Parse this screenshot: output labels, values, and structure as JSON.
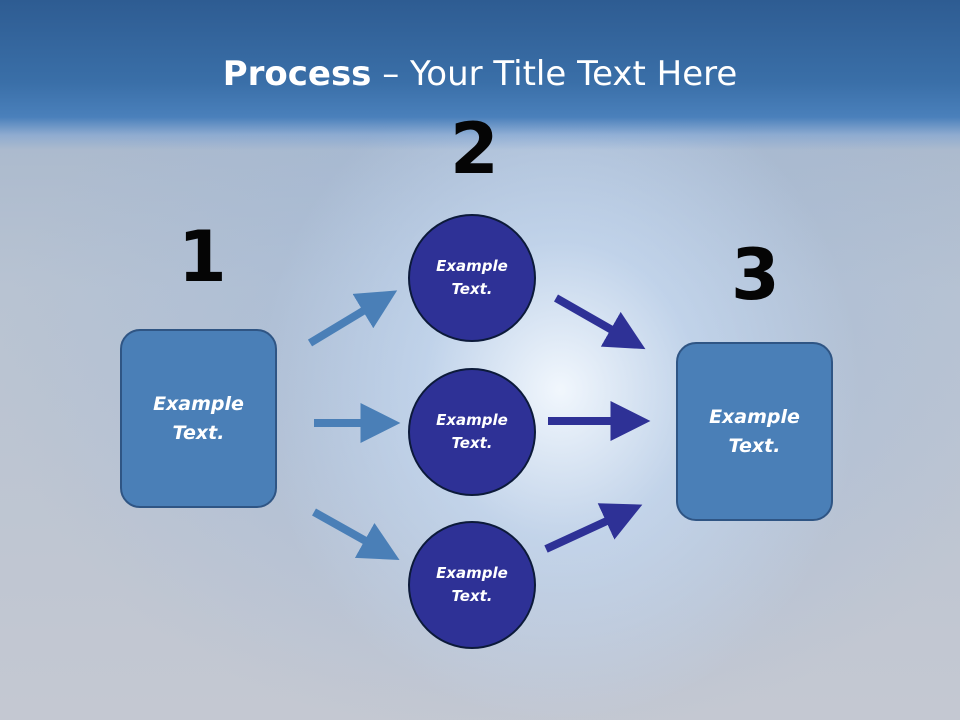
{
  "title": {
    "bold": "Process",
    "rest": " – Your Title Text Here"
  },
  "steps": [
    "1",
    "2",
    "3"
  ],
  "start_box": {
    "text": "Example\nText."
  },
  "end_box": {
    "text": "Example\nText."
  },
  "middle_circles": [
    {
      "text": "Example\nText."
    },
    {
      "text": "Example\nText."
    },
    {
      "text": "Example\nText."
    }
  ],
  "colors": {
    "header": "#3a6fa8",
    "box_fill": "#4a7fb7",
    "circle_fill": "#2e3196",
    "arrow_left": "#4a7fb7",
    "arrow_right": "#2e3196"
  }
}
